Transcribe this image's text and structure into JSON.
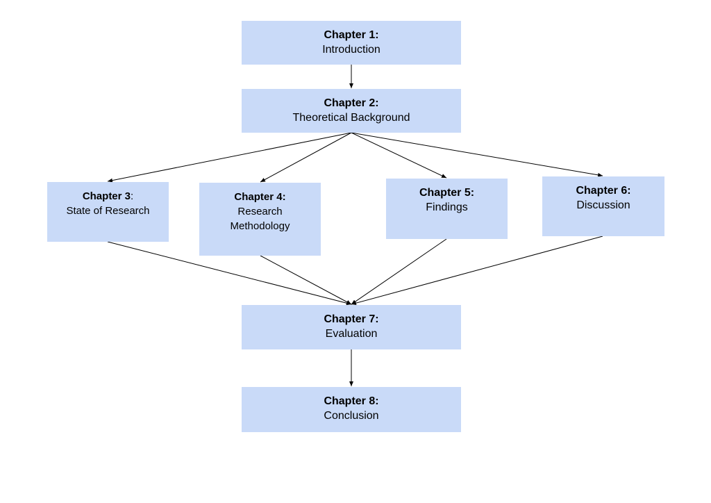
{
  "nodes": {
    "ch1": {
      "title": "Chapter 1:",
      "title_suffix": "",
      "lines": [
        "Introduction"
      ]
    },
    "ch2": {
      "title": "Chapter 2:",
      "title_suffix": "",
      "lines": [
        "Theoretical Background"
      ]
    },
    "ch3": {
      "title": "Chapter 3",
      "title_suffix": ":",
      "lines": [
        "State of Research"
      ]
    },
    "ch4": {
      "title": "Chapter 4:",
      "title_suffix": "",
      "lines": [
        "Research",
        "Methodology"
      ]
    },
    "ch5": {
      "title": "Chapter 5:",
      "title_suffix": "",
      "lines": [
        "Findings"
      ]
    },
    "ch6": {
      "title": "Chapter 6:",
      "title_suffix": "",
      "lines": [
        "Discussion"
      ]
    },
    "ch7": {
      "title": "Chapter 7:",
      "title_suffix": "",
      "lines": [
        "Evaluation"
      ]
    },
    "ch8": {
      "title": "Chapter 8:",
      "title_suffix": "",
      "lines": [
        "Conclusion"
      ]
    }
  },
  "edges": [
    {
      "from": "ch1",
      "to": "ch2"
    },
    {
      "from": "ch2",
      "to": "ch3"
    },
    {
      "from": "ch2",
      "to": "ch4"
    },
    {
      "from": "ch2",
      "to": "ch5"
    },
    {
      "from": "ch2",
      "to": "ch6"
    },
    {
      "from": "ch3",
      "to": "ch7"
    },
    {
      "from": "ch4",
      "to": "ch7"
    },
    {
      "from": "ch5",
      "to": "ch7"
    },
    {
      "from": "ch6",
      "to": "ch7"
    },
    {
      "from": "ch7",
      "to": "ch8"
    }
  ],
  "colors": {
    "node_fill": "#c9daf8",
    "edge_stroke": "#000000"
  }
}
